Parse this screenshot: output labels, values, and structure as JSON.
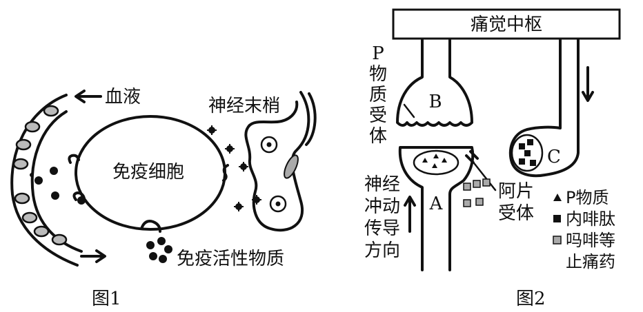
{
  "figure1": {
    "caption": "图1",
    "label_blood": "血液",
    "label_nerve_ending": "神经末梢",
    "label_immune_cell": "免疫细胞",
    "label_immune_active": "免疫活性物质"
  },
  "figure2": {
    "caption": "图2",
    "pain_center": "痛觉中枢",
    "receptor_p_lines": [
      "P",
      "物",
      "质",
      "受",
      "体"
    ],
    "label_b": "B",
    "label_a": "A",
    "label_c": "C",
    "nerve_direction_lines": [
      "神经",
      "冲动",
      "传导",
      "方向"
    ],
    "opiate_receptor_lines": [
      "阿片",
      "受体"
    ],
    "legend": [
      {
        "symbol": "triangle",
        "text": "P物质"
      },
      {
        "symbol": "square-black",
        "text": "内啡肽"
      },
      {
        "symbol": "square-gray",
        "text": "吗啡等"
      },
      {
        "symbol": "none",
        "text": "止痛药"
      }
    ]
  }
}
